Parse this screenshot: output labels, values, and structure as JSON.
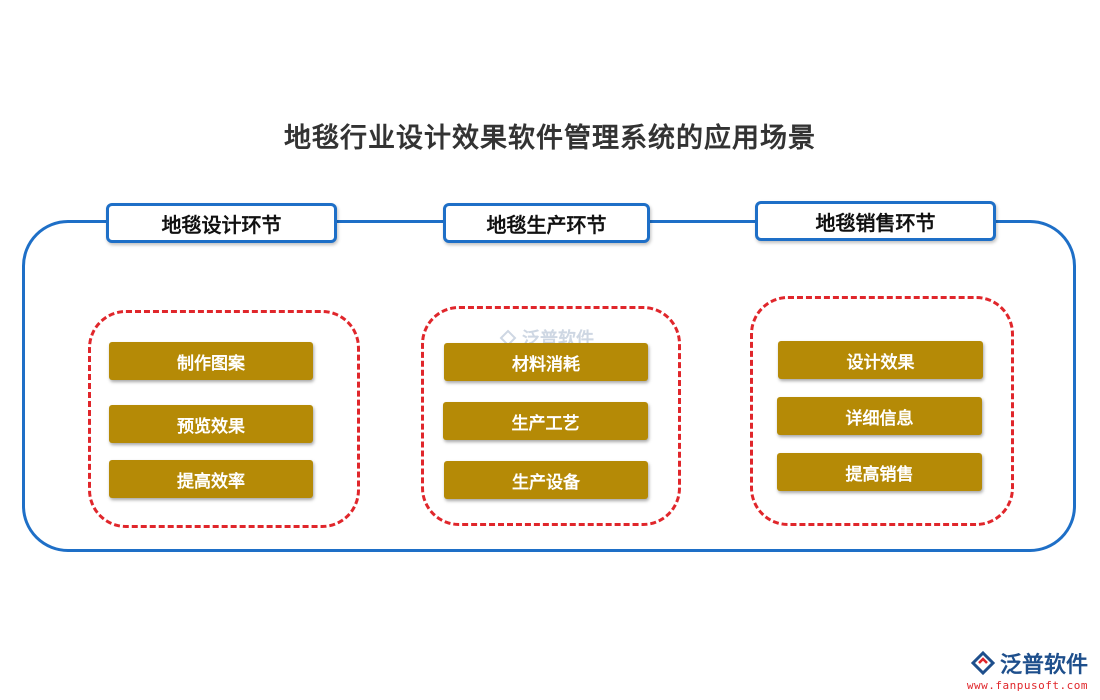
{
  "title": "地毯行业设计效果软件管理系统的应用场景",
  "columns": [
    {
      "header": "地毯设计环节",
      "items": [
        "制作图案",
        "预览效果",
        "提高效率"
      ]
    },
    {
      "header": "地毯生产环节",
      "items": [
        "材料消耗",
        "生产工艺",
        "生产设备"
      ]
    },
    {
      "header": "地毯销售环节",
      "items": [
        "设计效果",
        "详细信息",
        "提高销售"
      ]
    }
  ],
  "watermark": {
    "text": "泛普软件"
  },
  "logo": {
    "name": "泛普软件",
    "url": "www.fanpusoft.com"
  },
  "colors": {
    "frame_blue": "#1e6fc7",
    "dash_red": "#e0262b",
    "item_gold": "#b58a06"
  }
}
